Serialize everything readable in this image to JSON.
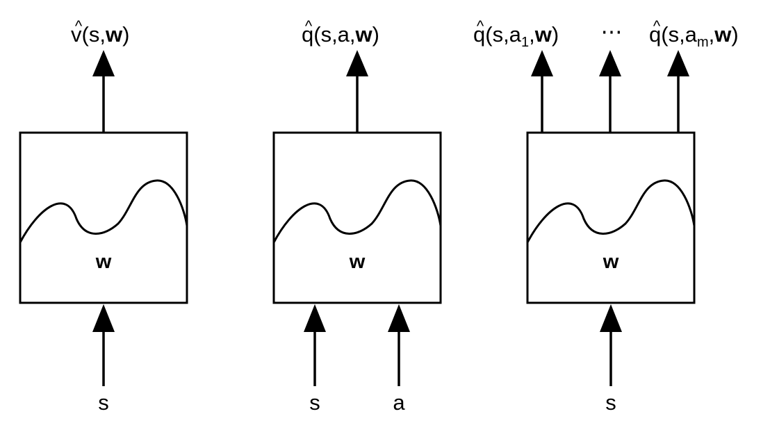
{
  "panels": [
    {
      "weight_label": "w",
      "inputs": [
        "s"
      ],
      "output": {
        "hat": "^",
        "fn": "v",
        "args": "(s,",
        "bold": "w",
        "close": ")"
      }
    },
    {
      "weight_label": "w",
      "inputs": [
        "s",
        "a"
      ],
      "output": {
        "hat": "^",
        "fn": "q",
        "args": "(s,a,",
        "bold": "w",
        "close": ")"
      }
    },
    {
      "weight_label": "w",
      "inputs": [
        "s"
      ],
      "outputs": [
        {
          "hat": "^",
          "fn": "q",
          "args": "(s,a",
          "sub": "1",
          "comma": ",",
          "bold": "w",
          "close": ")"
        },
        {
          "hat": "^",
          "fn": "q",
          "args": "(s,a",
          "sub": "m",
          "comma": ",",
          "bold": "w",
          "close": ")"
        }
      ],
      "ellipsis": "⋯"
    }
  ]
}
